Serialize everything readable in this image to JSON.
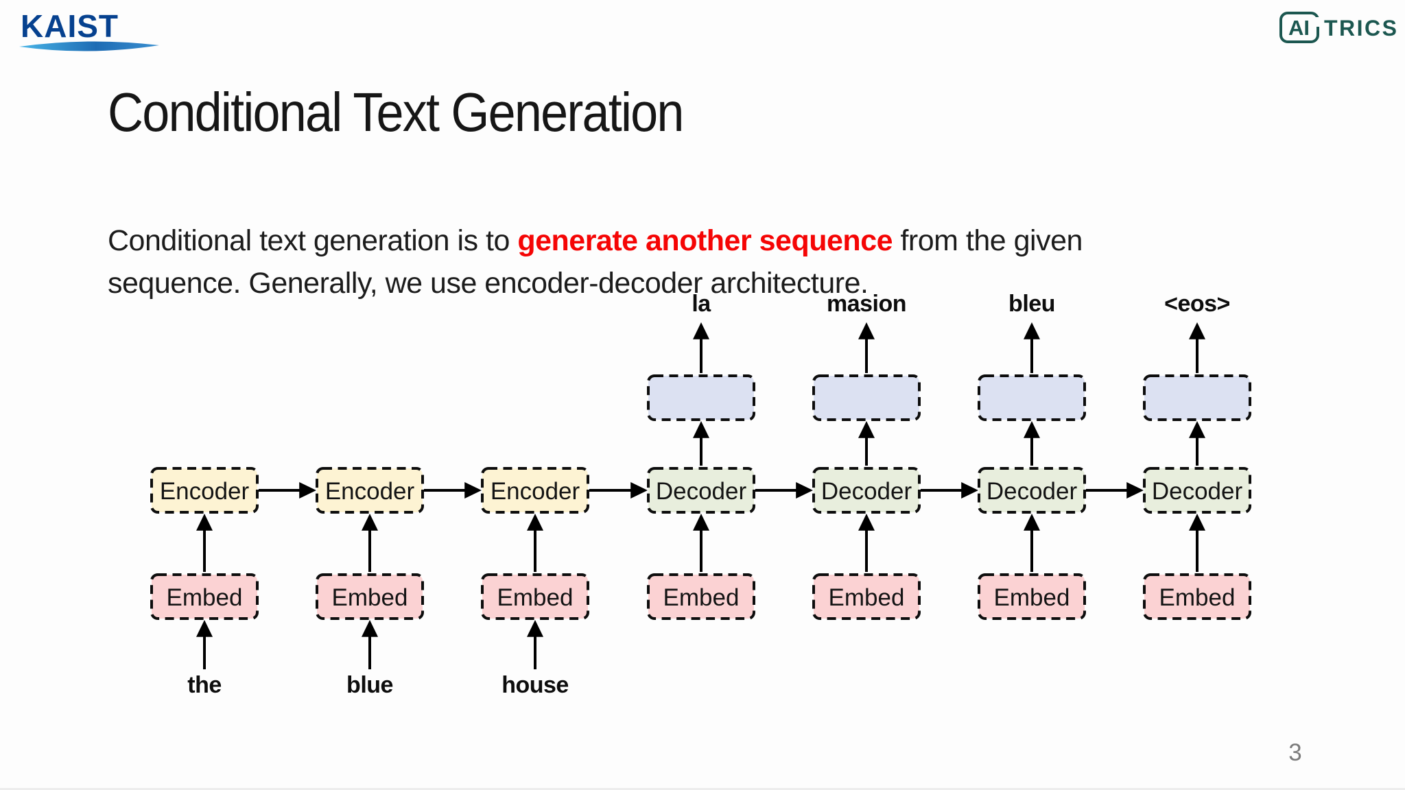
{
  "slide": {
    "title": "Conditional Text Generation",
    "page_number": "3",
    "intro": {
      "text_before": "Conditional text generation is to ",
      "highlight": "generate another sequence",
      "text_after": " from the given\nsequence. Generally, we use encoder-decoder architecture.",
      "highlight_color": "#f50505"
    }
  },
  "logos": {
    "kaist": {
      "text": "KAIST",
      "color": "#06418f",
      "swoosh_left": "#49b5e7",
      "swoosh_right": "#1560ae"
    },
    "aitrics": {
      "ai": "AI",
      "trics": "TRICS",
      "color": "#1c5750"
    }
  },
  "diagram": {
    "colors": {
      "encoder_fill": "#fdf3d3",
      "decoder_fill": "#e8eedd",
      "embed_fill": "#fbd2d3",
      "output_fill": "#dce1f2",
      "border": "#0d0d0d",
      "arrow": "#000000"
    },
    "columns": [
      {
        "type": "encoder",
        "box": "Encoder",
        "embed": "Embed",
        "input": "the"
      },
      {
        "type": "encoder",
        "box": "Encoder",
        "embed": "Embed",
        "input": "blue"
      },
      {
        "type": "encoder",
        "box": "Encoder",
        "embed": "Embed",
        "input": "house"
      },
      {
        "type": "decoder",
        "box": "Decoder",
        "embed": "Embed",
        "output": "la"
      },
      {
        "type": "decoder",
        "box": "Decoder",
        "embed": "Embed",
        "output": "masion"
      },
      {
        "type": "decoder",
        "box": "Decoder",
        "embed": "Embed",
        "output": "bleu"
      },
      {
        "type": "decoder",
        "box": "Decoder",
        "embed": "Embed",
        "output": "<eos>"
      }
    ]
  }
}
